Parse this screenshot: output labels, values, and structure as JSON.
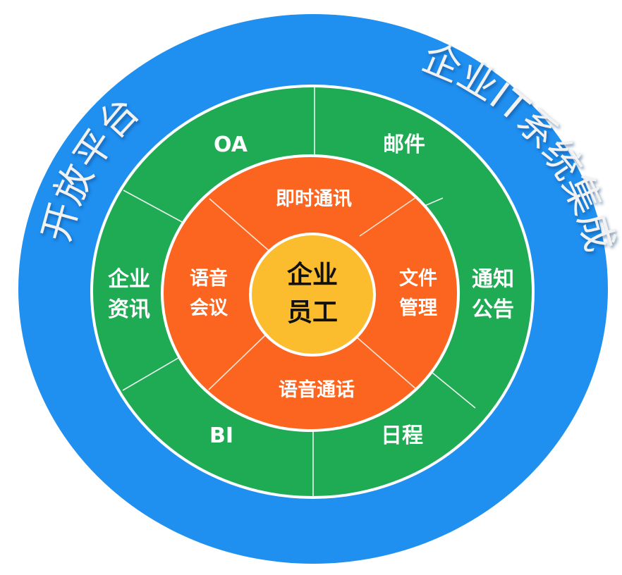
{
  "colors": {
    "outer_ring": "#1f8ff0",
    "middle_ring": "#1faa54",
    "inner_ring": "#fb6520",
    "core": "#fbbd2e",
    "divider": "#ffffff"
  },
  "outer_ring": {
    "left_label": "开放平台",
    "right_label": "企业IT系统集成"
  },
  "middle_ring": {
    "segments": [
      {
        "label": "OA"
      },
      {
        "label": "邮件"
      },
      {
        "label_line1": "通知",
        "label_line2": "公告"
      },
      {
        "label": "日程"
      },
      {
        "label": "BI"
      },
      {
        "label_line1": "企业",
        "label_line2": "资讯"
      }
    ]
  },
  "inner_ring": {
    "segments": [
      {
        "label": "即时通讯"
      },
      {
        "label_line1": "文件",
        "label_line2": "管理"
      },
      {
        "label": "语音通话"
      },
      {
        "label_line1": "语音",
        "label_line2": "会议"
      }
    ]
  },
  "core": {
    "line1": "企业",
    "line2": "员工"
  }
}
